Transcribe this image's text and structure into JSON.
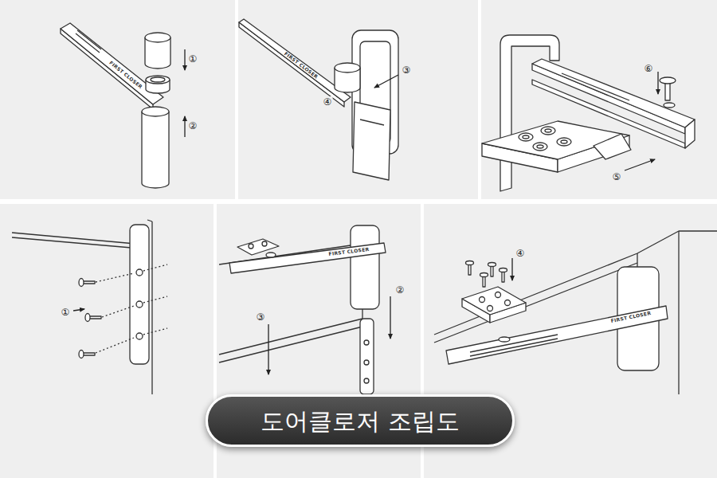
{
  "diagram": {
    "nodes": [
      {
        "text": [
          "도어클로저 조립도"
        ]
      }
    ],
    "labels": [
      "①",
      "②",
      "FIRST CLOSER",
      "FIRST CLOSER",
      "③",
      "④",
      "⑥",
      "⑤",
      "①",
      "FIRST CLOSER",
      "②",
      "③",
      "④",
      "FIRST CLOSER"
    ]
  }
}
